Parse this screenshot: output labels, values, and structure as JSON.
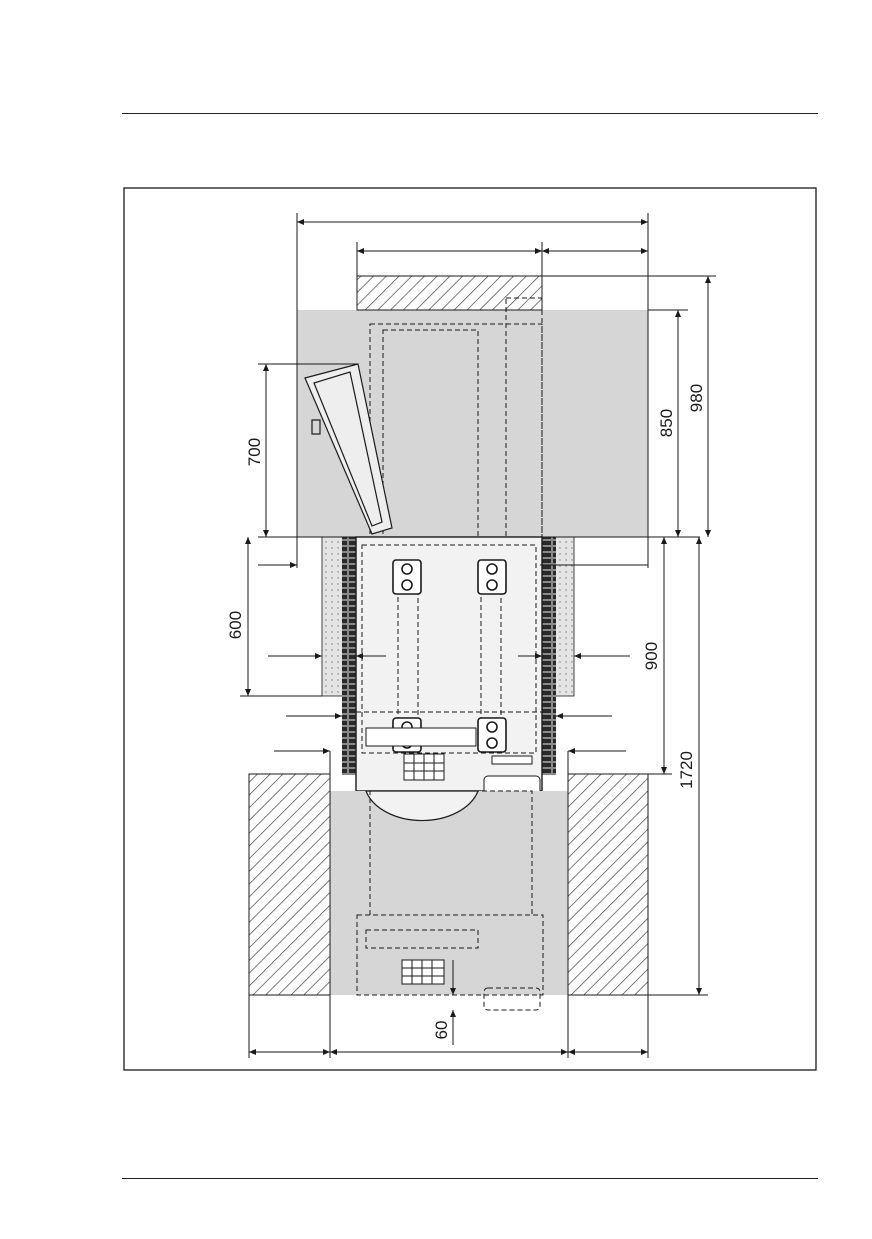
{
  "diagram": {
    "dimensions": {
      "d980": "980",
      "d850": "850",
      "d700": "700",
      "d600": "600",
      "d900": "900",
      "d1720": "1720",
      "d60": "60"
    },
    "colors": {
      "area_fill": "#d6d6d6",
      "machine_fill": "#f2f2f2",
      "line": "#1a1a1a",
      "hatch": "#444444"
    }
  }
}
